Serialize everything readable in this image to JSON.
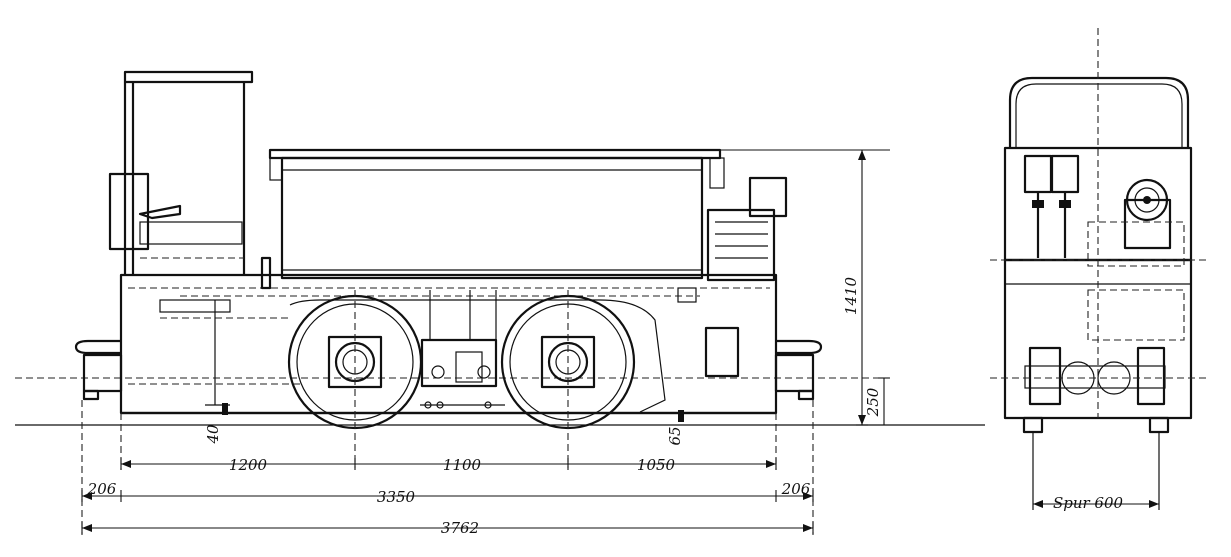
{
  "dimensions": {
    "segment_1": "1200",
    "segment_2": "1100",
    "segment_3": "1050",
    "overhang_left": "206",
    "overhang_right": "206",
    "wheelbase_total": "3350",
    "overall_length": "3762",
    "height": "1410",
    "buffer_height": "250",
    "clearance_left": "40",
    "clearance_right": "65"
  },
  "gauge_label": "Spur 600"
}
